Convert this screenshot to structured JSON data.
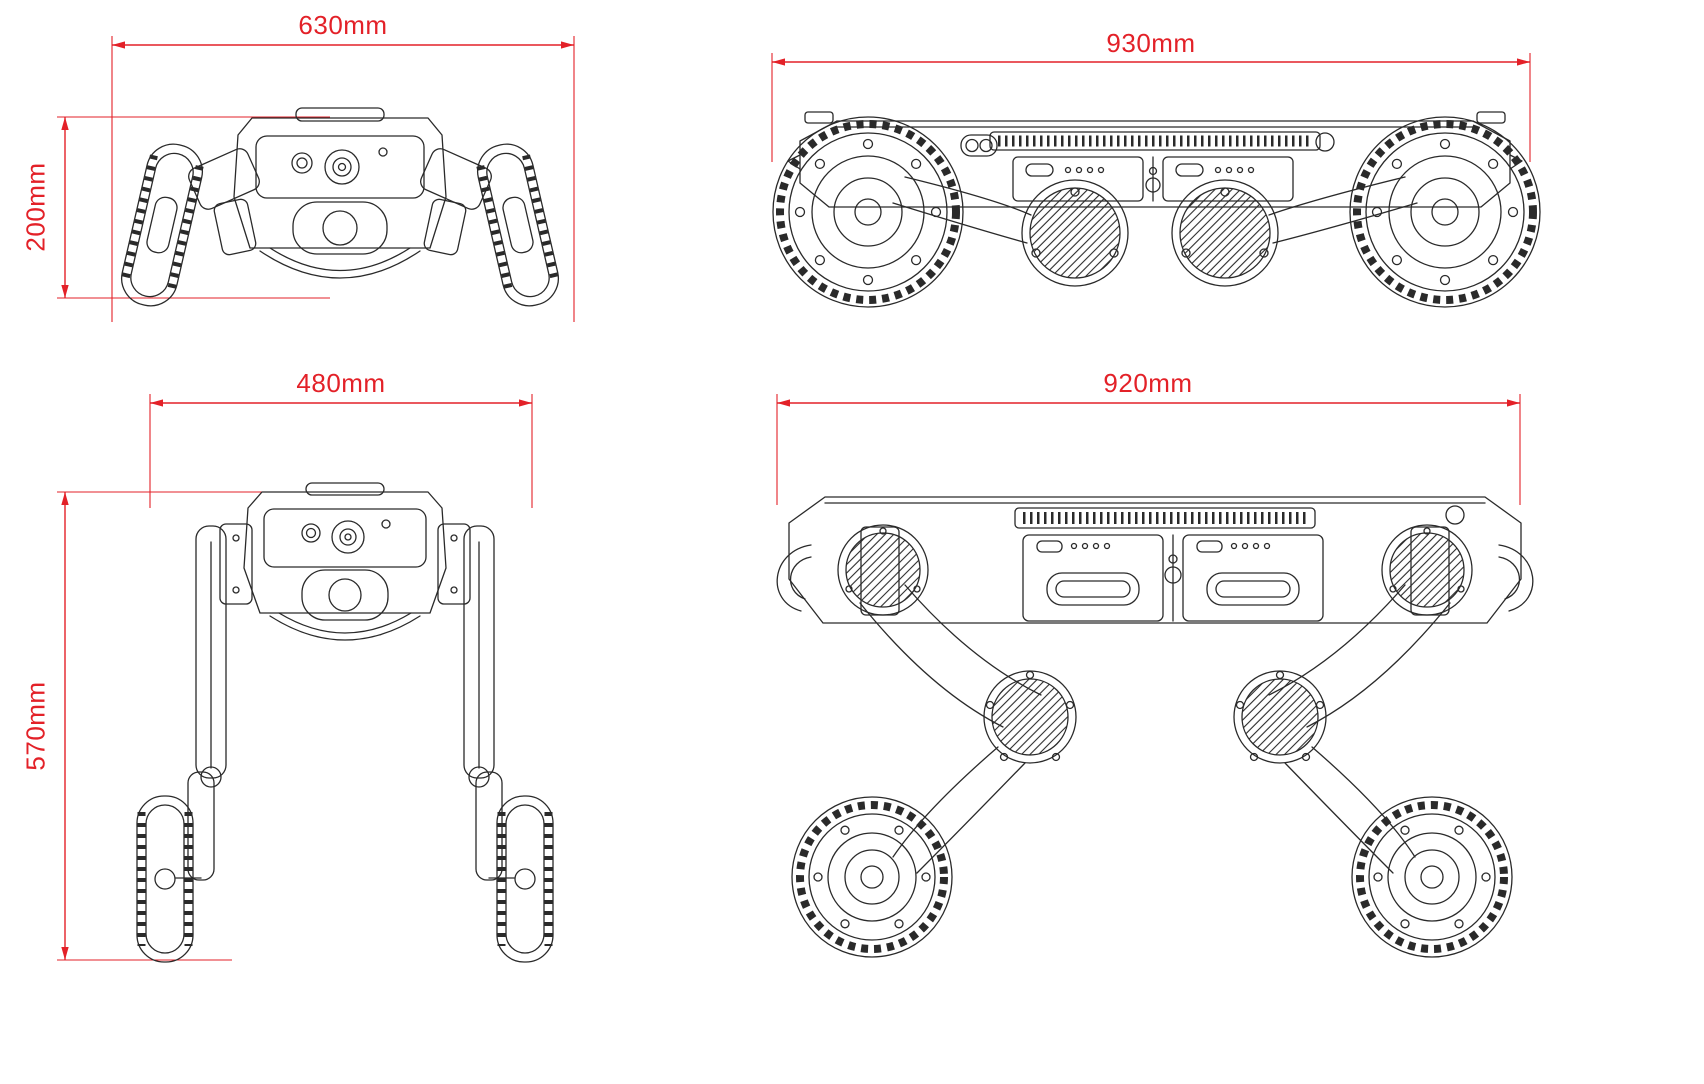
{
  "page": {
    "background_color": "#ffffff"
  },
  "diagram": {
    "type": "technical-dimension-drawing",
    "subject": "wheeled-legged robot, four orthographic views with dimensions",
    "dimension_color": "#e32128",
    "outline_color": "#2a2a2a",
    "views": {
      "front_folded": {
        "label": "front view folded",
        "width": "630mm",
        "height": "200mm"
      },
      "side_folded": {
        "label": "side view folded",
        "length": "930mm"
      },
      "front_standing": {
        "label": "front view standing",
        "width": "480mm",
        "height": "570mm"
      },
      "side_standing": {
        "label": "side view standing",
        "length": "920mm"
      }
    }
  }
}
